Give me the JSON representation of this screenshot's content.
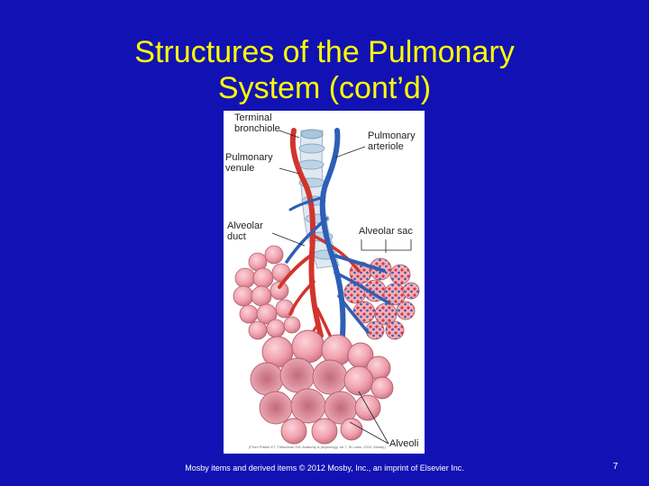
{
  "slide": {
    "title_line1": "Structures of the Pulmonary",
    "title_line2": "System (cont’d)",
    "footer": "Mosby items and derived items © 2012 Mosby, Inc., an imprint of Elsevier Inc.",
    "page_number": "7"
  },
  "diagram": {
    "labels": {
      "terminal_bronchiole_1": "Terminal",
      "terminal_bronchiole_2": "bronchiole",
      "pulmonary_venule_1": "Pulmonary",
      "pulmonary_venule_2": "venule",
      "pulmonary_arteriole_1": "Pulmonary",
      "pulmonary_arteriole_2": "arteriole",
      "alveolar_duct_1": "Alveolar",
      "alveolar_duct_2": "duct",
      "alveolar_sac": "Alveolar sac",
      "alveoli": "Alveoli"
    },
    "credit": "(From Patton KT, Thibodeau GA: Anatomy & physiology, ed 7, St Louis, 2010, Mosby.)"
  },
  "colors": {
    "background": "#1212b4",
    "title": "#ffff00",
    "footer_text": "#ffffff",
    "artery": "#d2342c",
    "vein": "#2e5fb6",
    "alveoli": "#f2a2ae",
    "bronchiole": "#b8d4e6"
  }
}
